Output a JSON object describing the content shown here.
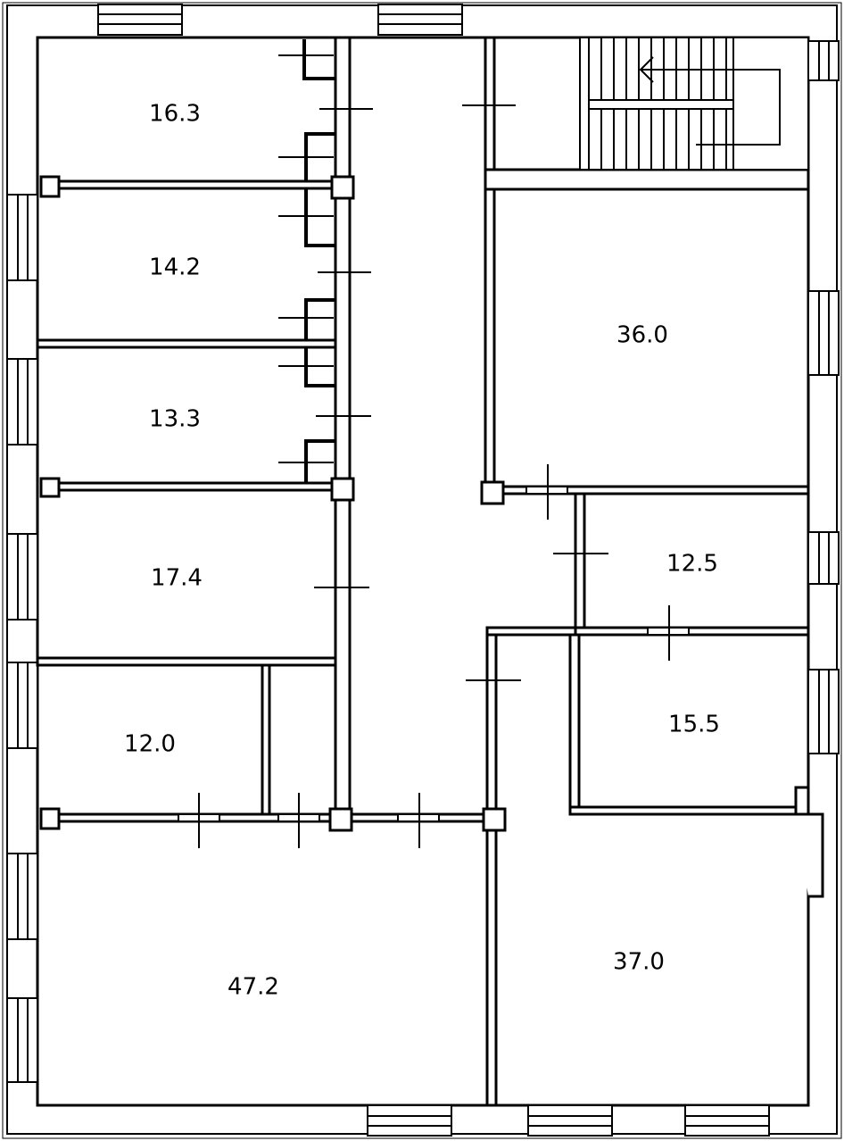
{
  "colors": {
    "wall": "#000000",
    "wall_fill": "#ffffff",
    "paper": "#ffffff",
    "shade": "#e2e2e2"
  },
  "rooms": [
    {
      "id": "room-16-3",
      "area": "16.3"
    },
    {
      "id": "room-14-2",
      "area": "14.2"
    },
    {
      "id": "room-13-3",
      "area": "13.3"
    },
    {
      "id": "room-17-4",
      "area": "17.4"
    },
    {
      "id": "room-12-0",
      "area": "12.0"
    },
    {
      "id": "room-47-2",
      "area": "47.2"
    },
    {
      "id": "room-36-0",
      "area": "36.0"
    },
    {
      "id": "room-12-5",
      "area": "12.5"
    },
    {
      "id": "room-15-5",
      "area": "15.5"
    },
    {
      "id": "room-37-0",
      "area": "37.0"
    }
  ]
}
